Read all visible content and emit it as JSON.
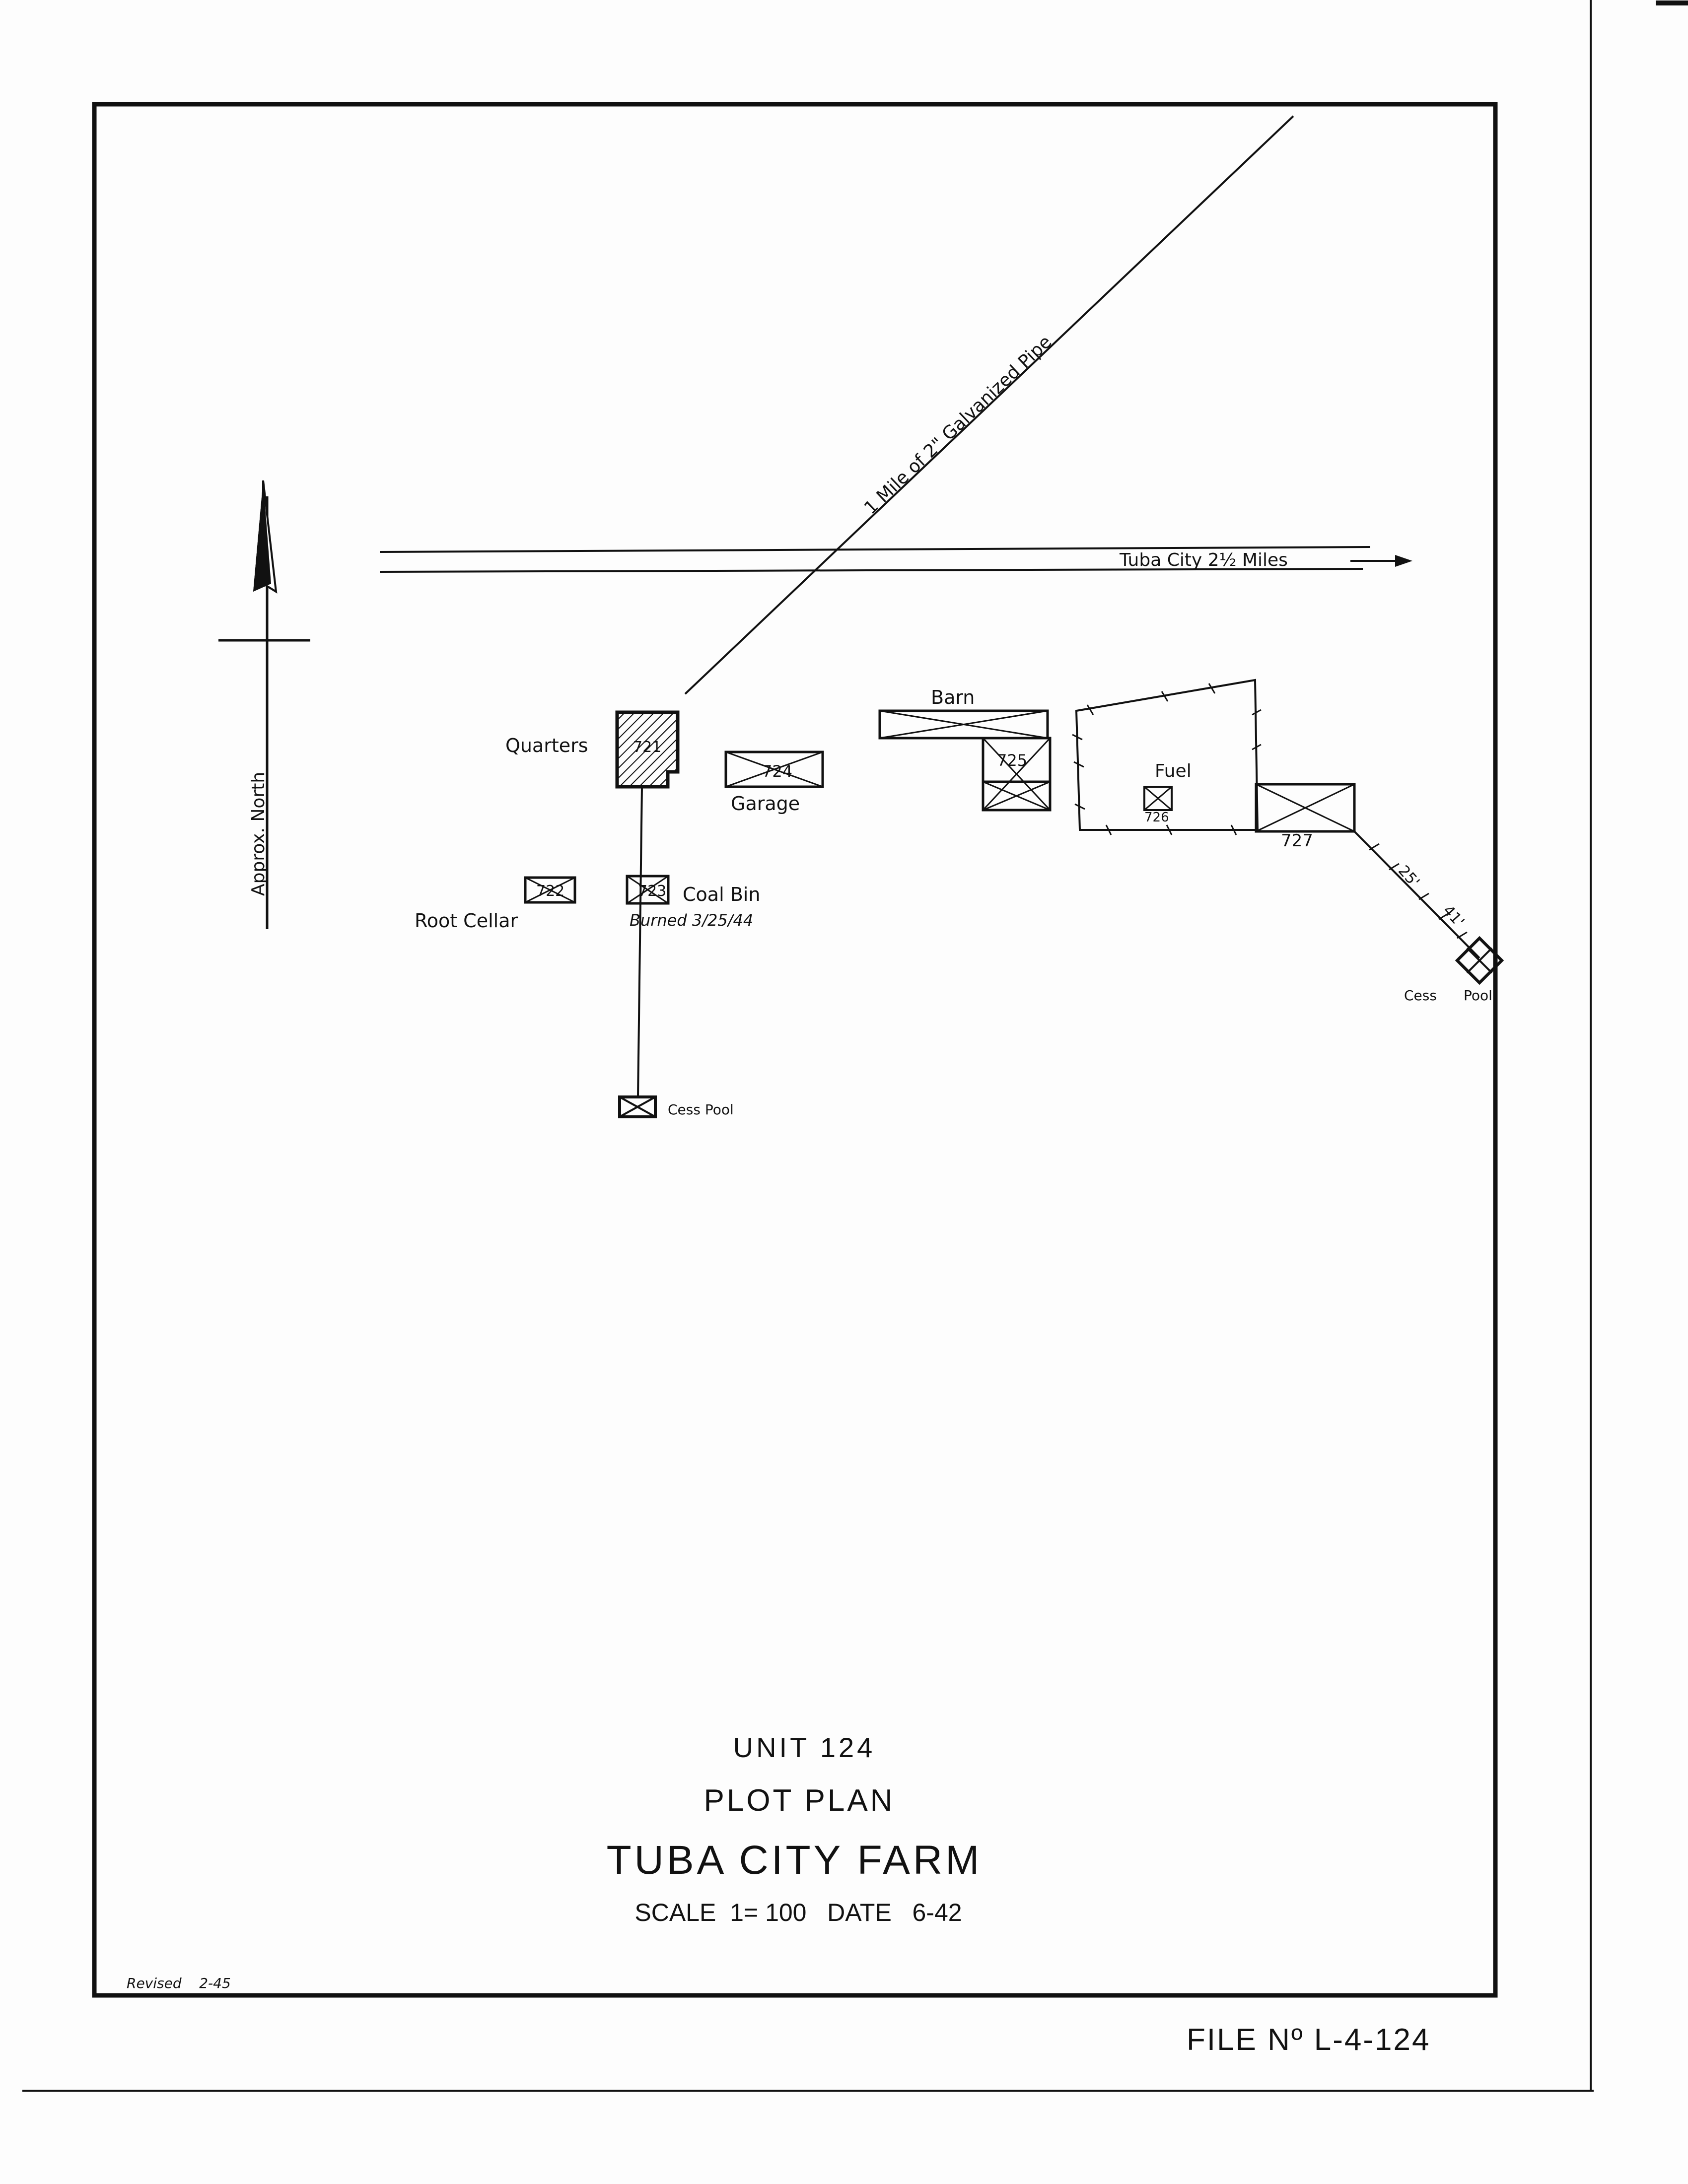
{
  "labels": {
    "pipe": "1 Mile of 2\" Galvanized Pipe",
    "road": "Tuba City 2½ Miles",
    "north": "Approx. North",
    "quarters": "Quarters",
    "b721": "721",
    "b724": "724",
    "garage": "Garage",
    "barn": "Barn",
    "b725": "725",
    "fuel": "Fuel",
    "b726": "726",
    "b727": "727",
    "b722": "722",
    "root_cellar": "Root Cellar",
    "b723": "723",
    "coal_bin": "Coal Bin",
    "burned": "Burned  3/25/44",
    "cess_pool_1": "Cess Pool",
    "cess_pool_2a": "Cess",
    "cess_pool_2b": "Pool",
    "dim_25": "25'",
    "dim_41": "41'"
  },
  "title_block": {
    "unit": "UNIT 124",
    "plan": "PLOT PLAN",
    "name": "TUBA CITY FARM",
    "scale_date": "SCALE  1= 100   DATE   6-42",
    "revised": "Revised    2-45"
  },
  "file_no": "FILE Nº L-4-124",
  "colors": {
    "ink": "#111111",
    "paper": "#fdfdfd"
  }
}
